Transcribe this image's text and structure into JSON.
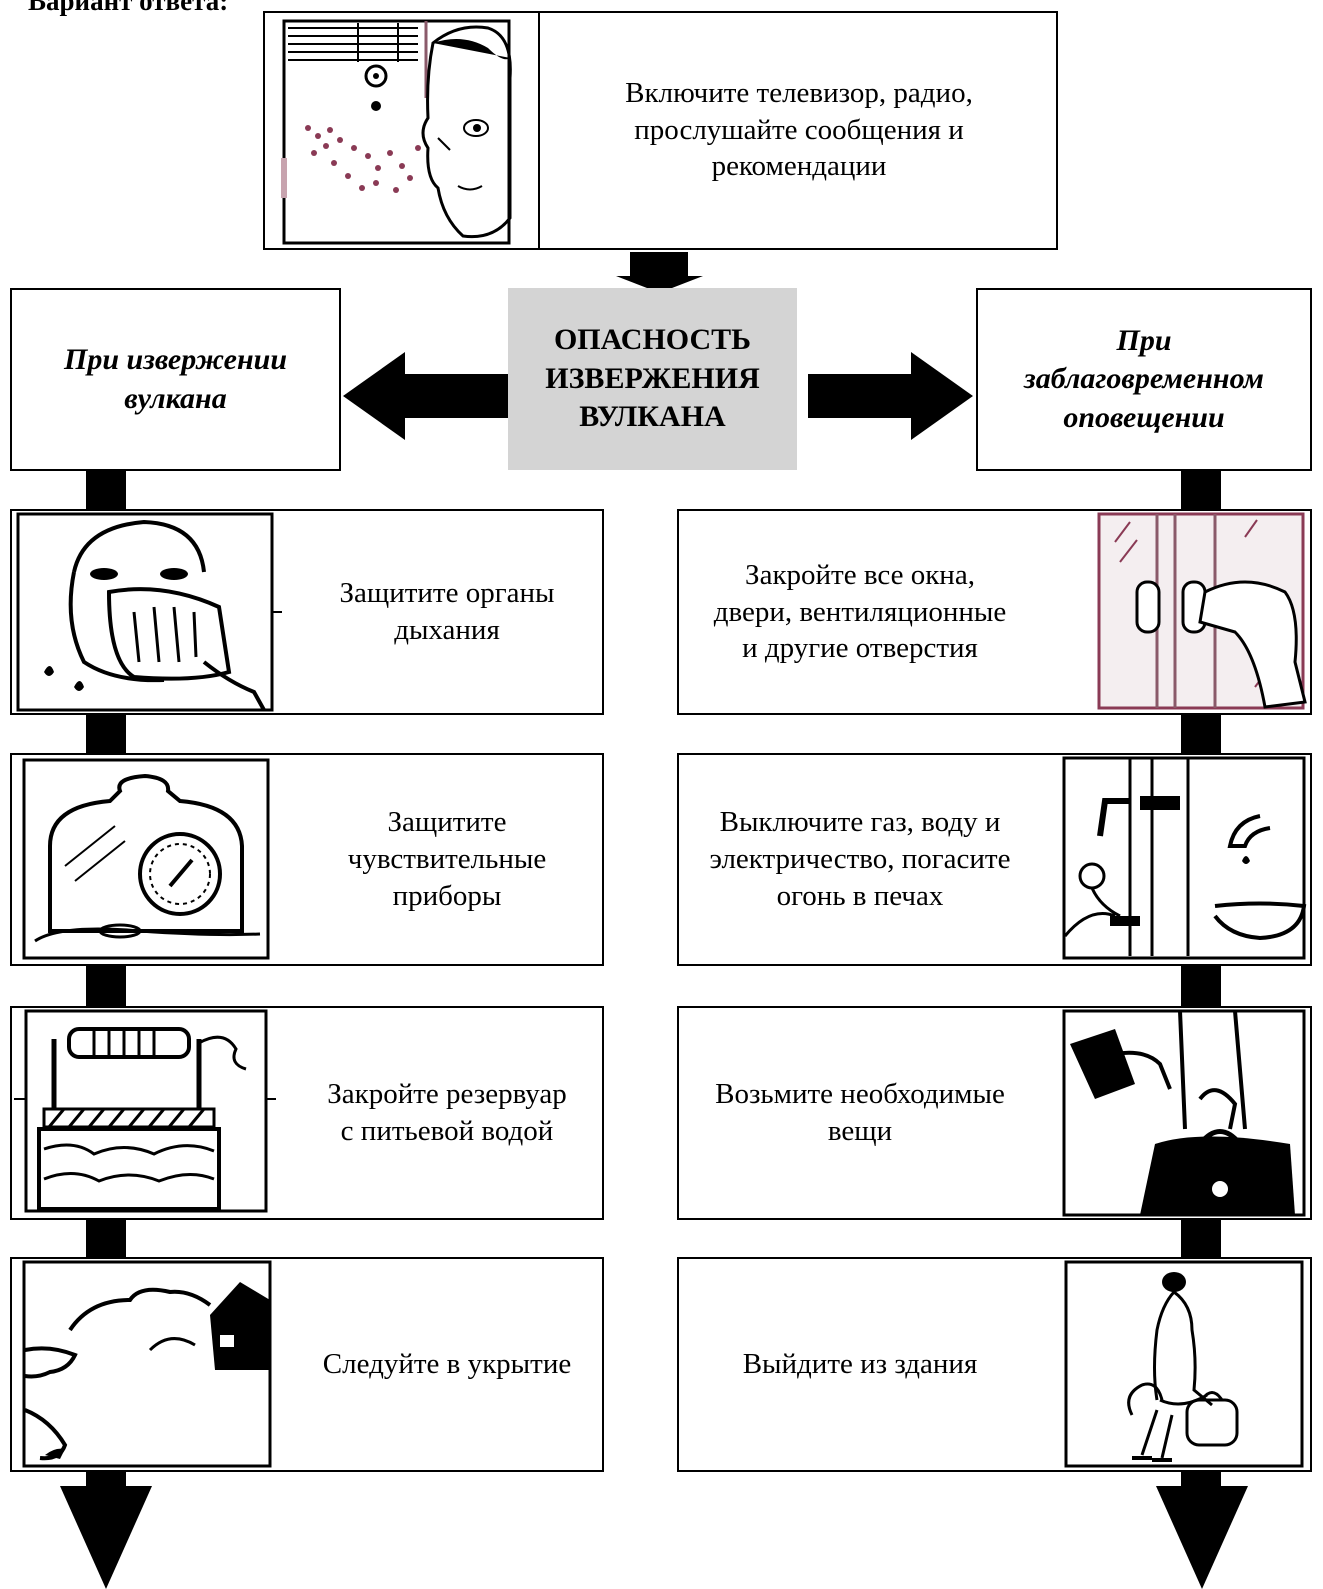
{
  "header": {
    "text": "Вариант ответа:"
  },
  "top_step": {
    "text": "Включите телевизор, радио,\nпрослушайте сообщения и\nрекомендации",
    "icon": "radio-listening-person-icon"
  },
  "center": {
    "text": "ОПАСНОСТЬ\nИЗВЕРЖЕНИЯ\nВУЛКАНА",
    "fill": "#d4d4d4"
  },
  "left_branch": {
    "title": "При извержении\nвулкана",
    "steps": [
      {
        "text": "Защитите органы\nдыхания",
        "icon": "face-mask-icon"
      },
      {
        "text": "Защитите\nчувствительные\nприборы",
        "icon": "covered-instrument-icon"
      },
      {
        "text": "Закройте резервуар\nс питьевой водой",
        "icon": "covered-well-icon"
      },
      {
        "text": "Следуйте в укрытие",
        "icon": "shelter-icon"
      }
    ]
  },
  "right_branch": {
    "title": "При\nзаблаговременном\nоповещении",
    "steps": [
      {
        "text": "Закройте все окна,\nдвери, вентиляционные\nи другие отверстия",
        "icon": "closing-door-icon"
      },
      {
        "text": "Выключите газ, воду и\nэлектричество, погасите\nогонь в печах",
        "icon": "utilities-off-icon"
      },
      {
        "text": "Возьмите необходимые\nвещи",
        "icon": "packed-bag-icon"
      },
      {
        "text": "Выйдите из здания",
        "icon": "leaving-person-icon"
      }
    ]
  },
  "colors": {
    "line": "#000000",
    "center_fill": "#d4d4d4",
    "pink_accent": "#c7a3ae"
  }
}
